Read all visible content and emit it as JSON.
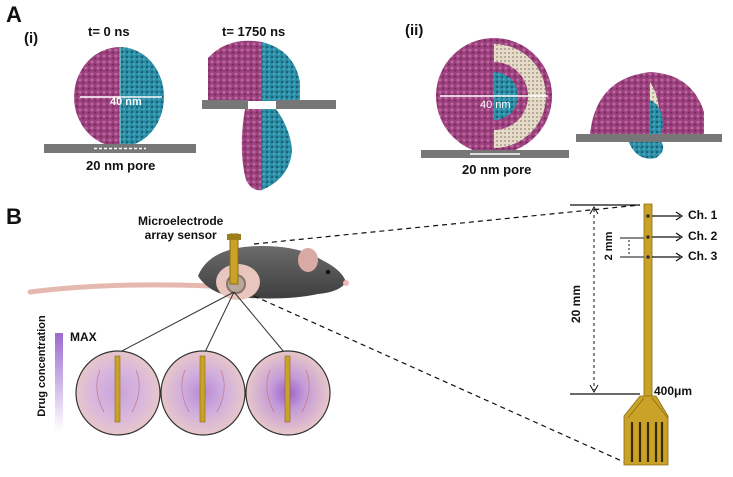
{
  "panel_a": {
    "letter": "A",
    "sub_i": "(i)",
    "sub_ii": "(ii)",
    "time_0": "t= 0 ns",
    "time_1750": "t= 1750 ns",
    "diameter_i": "40 nm",
    "diameter_ii": "40 nm",
    "pore_i": "20 nm pore",
    "pore_ii": "20 nm pore"
  },
  "panel_b": {
    "letter": "B",
    "sensor_label_line1": "Microelectrode",
    "sensor_label_line2": "array sensor",
    "legend_max": "MAX",
    "legend_axis": "Drug concentration",
    "channels": [
      "Ch. 1",
      "Ch. 2",
      "Ch. 3"
    ],
    "spacing": "2 mm",
    "length": "20 mm",
    "width": "400μm"
  },
  "colors": {
    "protein": "#9b3f7d",
    "core": "#2b8fa8",
    "membrane": "#777777",
    "probe_gold": "#c9a227",
    "drug_purple": "#9b6ad0"
  }
}
